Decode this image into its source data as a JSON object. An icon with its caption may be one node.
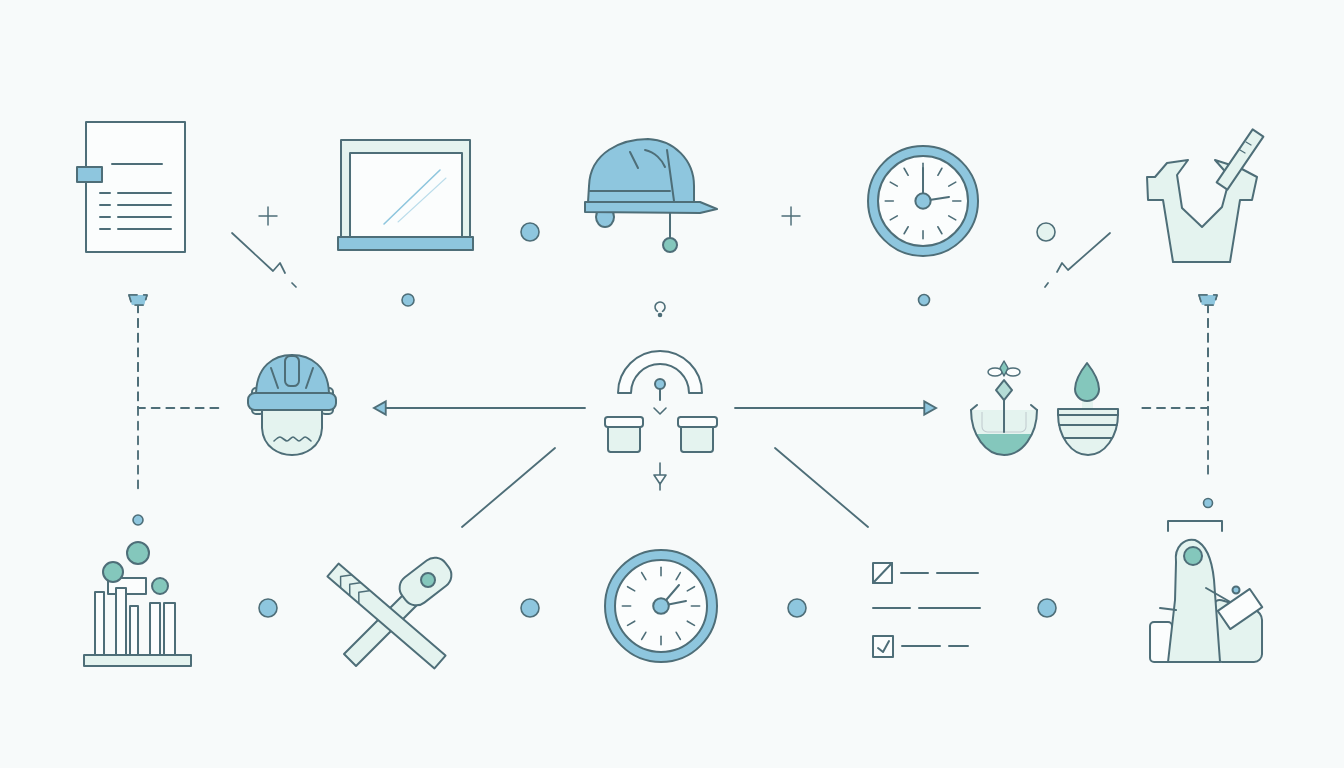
{
  "diagram": {
    "nodes": [
      {
        "text": [],
        "shape": "picture"
      },
      {
        "text": [],
        "shape": "picture"
      },
      {
        "text": [],
        "shape": "picture"
      },
      {
        "text": [],
        "shape": "picture"
      },
      {
        "text": [],
        "shape": "picture"
      },
      {
        "text": [],
        "shape": "picture"
      },
      {
        "text": [],
        "shape": "picture"
      },
      {
        "text": [],
        "shape": "picture"
      },
      {
        "text": [],
        "shape": "picture"
      },
      {
        "text": [],
        "shape": "picture"
      },
      {
        "text": [],
        "shape": "picture"
      },
      {
        "text": [],
        "shape": "picture"
      },
      {
        "text": [],
        "shape": "picture"
      }
    ],
    "edges": [
      {
        "from": 6,
        "to": 5,
        "arrow": "to"
      },
      {
        "from": 6,
        "to": 7,
        "arrow": "to"
      },
      {
        "from": 6,
        "to": 9,
        "arrow": "none"
      },
      {
        "from": 6,
        "to": 11,
        "arrow": "none"
      },
      {
        "from": 0,
        "to": 8,
        "arrow": "other",
        "style": "dashed"
      },
      {
        "from": 0,
        "to": 5,
        "arrow": "other",
        "style": "dashed"
      },
      {
        "from": 4,
        "to": 12,
        "arrow": "other",
        "style": "dashed"
      },
      {
        "from": 4,
        "to": 7,
        "arrow": "other",
        "style": "dashed"
      }
    ]
  }
}
